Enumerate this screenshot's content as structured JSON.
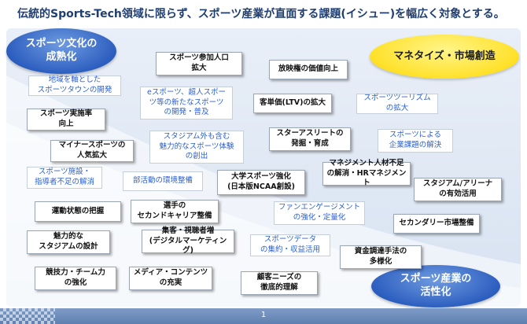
{
  "headline": "伝統的Sports-Tech領域に限らず、スポーツ産業が直面する課題(イシュー)を幅広く対象とする。",
  "ovals": {
    "culture": "スポーツ文化の\n成熟化",
    "monetize": "マネタイズ・市場創造",
    "activate": "スポーツ産業の\n活性化"
  },
  "boxes": {
    "b01": "スポーツ参加人口\n拡大",
    "b02": "放映権の価値向上",
    "b03": "地域を軸とした\nスポーツタウンの開発",
    "b04": "eスポーツ、超人スポー\nツ等の新たなスポーツ\nの開発・普及",
    "b05": "客単価(LTV)の拡大",
    "b06": "スポーツツーリズム\nの拡大",
    "b07": "スポーツ実施率\n向上",
    "b08": "スタジアム外も含む\n魅力的なスポーツ体験\nの創出",
    "b09": "スターアスリートの\n発掘・育成",
    "b10": "スポーツによる\n企業課題の解決",
    "b11": "マイナースポーツの\n人気拡大",
    "b12": "スポーツ施設・\n指導者不足の解消",
    "b13": "部活動の環境整備",
    "b14": "大学スポーツ強化\n(日本版NCAA創設)",
    "b15": "マネジメント人材不足\nの解消・HRマネジメント",
    "b16": "スタジアム/アリーナ\nの有効活用",
    "b17": "運動状態の把握",
    "b18": "選手の\nセカンドキャリア整備",
    "b19": "ファンエンゲージメント\nの強化・定量化",
    "b20": "セカンダリー市場整備",
    "b21": "魅力的な\nスタジアムの設計",
    "b22": "集客・視聴者増\n(デジタルマーケティング)",
    "b23": "スポーツデータ\nの集約・収益活用",
    "b24": "資金調達手法の\n多様化",
    "b25": "競技力・チーム力\nの強化",
    "b26": "メディア・コンテンツ\nの充実",
    "b27": "顧客ニーズの\n徹底的理解"
  },
  "footer": {
    "page_number": "1"
  },
  "colors": {
    "headline": "#1f3f72",
    "blue_oval": "#2d5fc0",
    "yellow_oval": "#ffe12a",
    "light_box_text": "#2d5fd0",
    "footer_bar": "#6d8dbd"
  }
}
